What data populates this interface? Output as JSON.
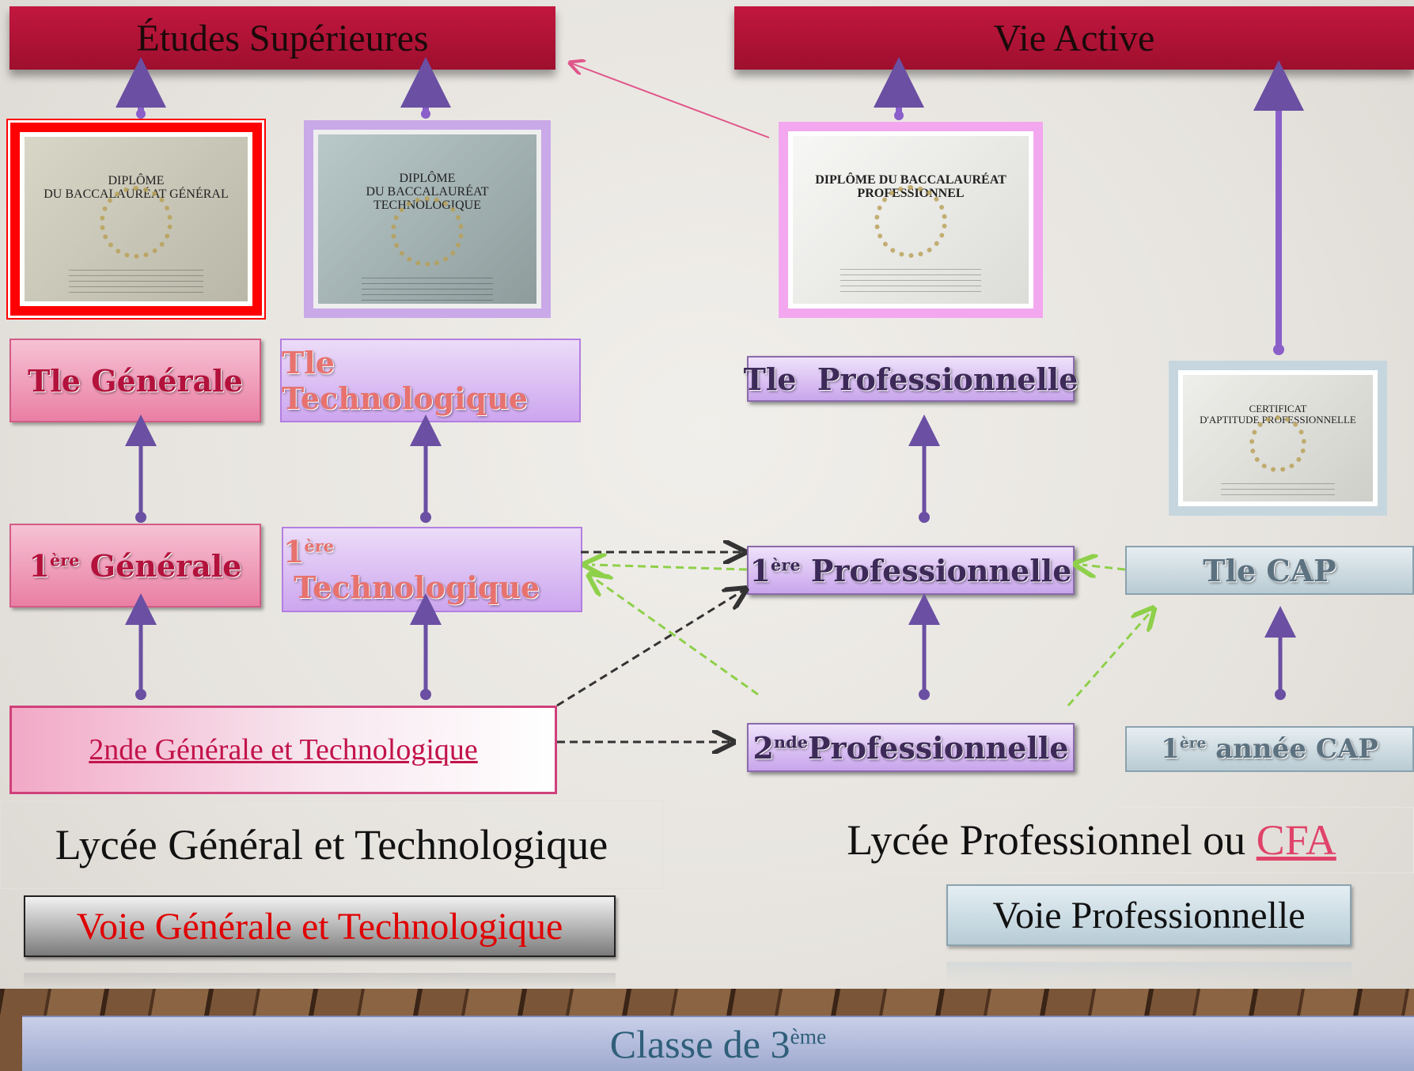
{
  "banners": {
    "etudes": "Études Supérieures",
    "vie_active": "Vie Active"
  },
  "diplomas": {
    "general": {
      "line1": "DIPLÔME",
      "line2": "DU BACCALAURÉAT GÉNÉRAL"
    },
    "techno": {
      "line1": "DIPLÔME",
      "line2": "DU BACCALAURÉAT TECHNOLOGIQUE"
    },
    "pro": {
      "line1": "DIPLÔME DU BACCALAURÉAT",
      "line2": "PROFESSIONNEL"
    },
    "cap": {
      "line1": "CERTIFICAT",
      "line2": "D'APTITUDE PROFESSIONNELLE"
    }
  },
  "boxes": {
    "tle_generale": "Tle Générale",
    "tle_techno": "Tle Technologique",
    "tle_pro": "Tle  Professionnelle",
    "premiere_generale_sup": "ère",
    "premiere_generale": " Générale",
    "premiere_techno_sup": "ère",
    "premiere_techno": " Technologique",
    "premiere_pro_sup": "ère",
    "premiere_pro": " Professionnelle",
    "tle_cap": "Tle CAP",
    "seconde_gt": "2nde Générale et Technologique",
    "seconde_pro_sup": "nde",
    "seconde_pro": "Professionnelle",
    "premiere_annee_cap_sup": "ère",
    "premiere_annee_cap": " année CAP",
    "num1": "1",
    "num2": "2"
  },
  "lycees": {
    "lgt": "Lycée Général et Technologique",
    "lp": "Lycée Professionnel ou ",
    "cfa": "CFA"
  },
  "voies": {
    "gt": "Voie Générale et Technologique",
    "pro": "Voie Professionnelle"
  },
  "base": {
    "label": "Classe de 3",
    "sup": "ème"
  },
  "colors": {
    "arrow_purple": "#6a4fa3",
    "arrow_green": "#8ed04a",
    "arrow_dark": "#333333",
    "arrow_pink": "#e0558a",
    "banner": "#b3123c"
  }
}
